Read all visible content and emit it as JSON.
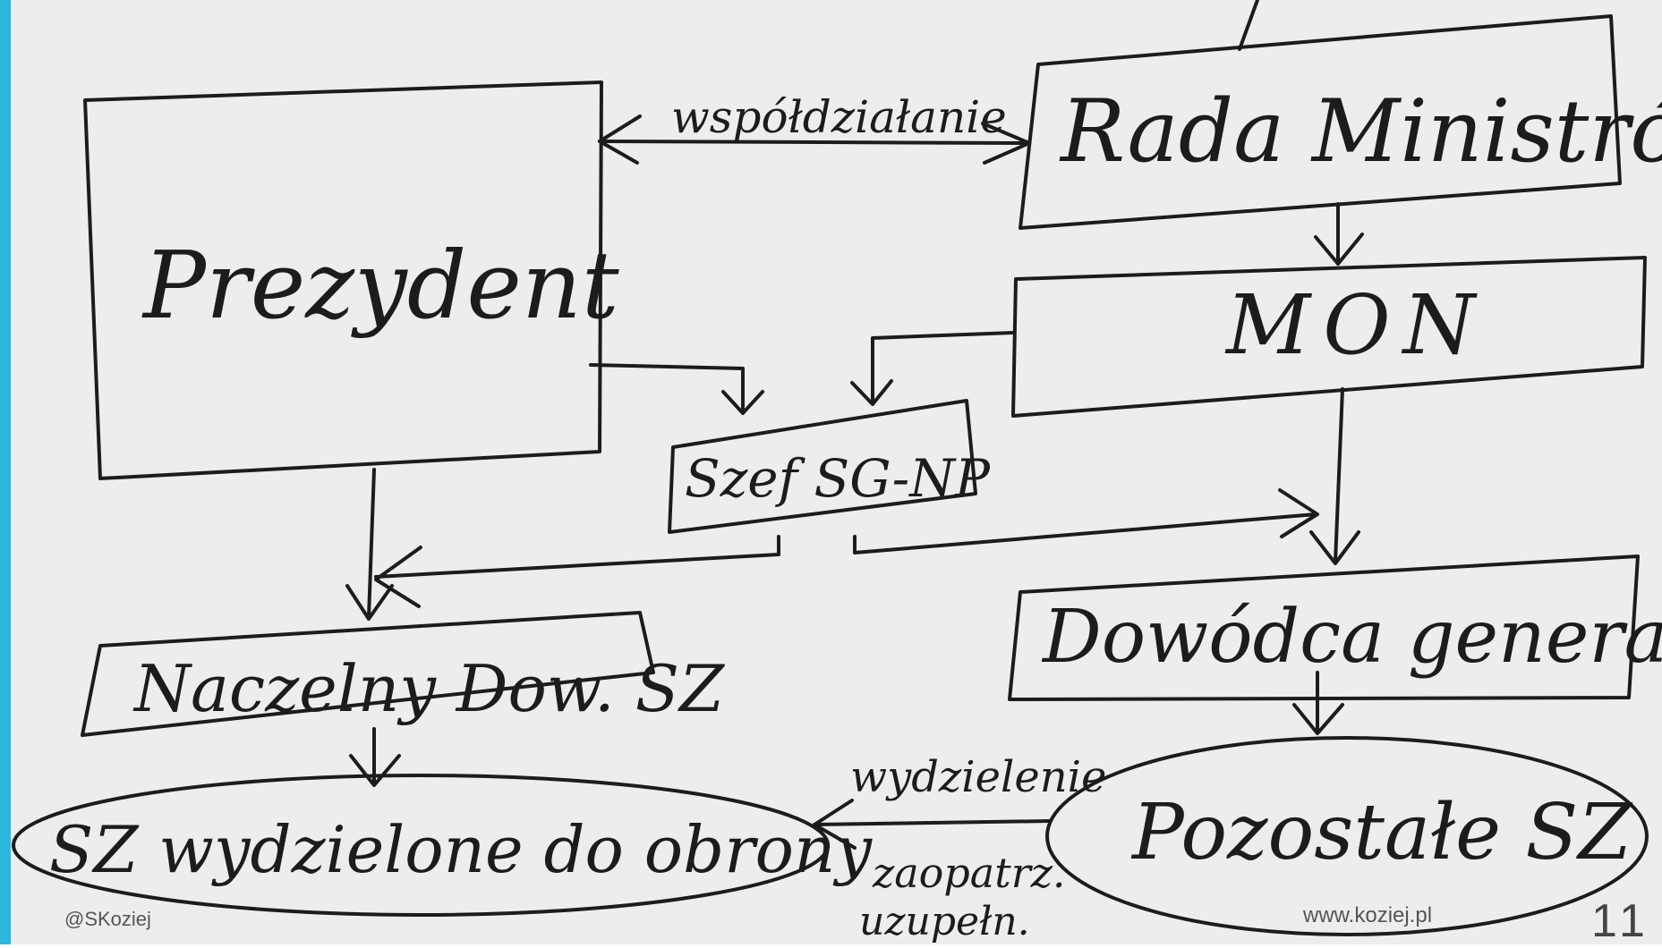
{
  "colors": {
    "accent": "#29b6e0",
    "ink": "#1c1c1c",
    "paper": "#ededeb"
  },
  "diagram": {
    "nodes": {
      "prezydent": "Prezydent",
      "rada_ministrow": "Rada Ministrów",
      "mon": "MON",
      "szef_sg": "Szef SG-NP",
      "naczelny_dow": "Naczelny Dow. SZ",
      "dowodca_generalny": "Dowódca generalny",
      "sz_wydzielone": "SZ wydzielone do obrony",
      "pozostale_sz": "Pozostałe SZ"
    },
    "edges": {
      "wspoldzialanie": "współdziałanie",
      "wydzielenie": "wydzielenie",
      "zaopatrzenie_line1": "zaopatrz.",
      "zaopatrzenie_line2": "uzupełn."
    }
  },
  "footer": {
    "author": "@SKoziej",
    "website": "www.koziej.pl",
    "page_number": "11"
  }
}
